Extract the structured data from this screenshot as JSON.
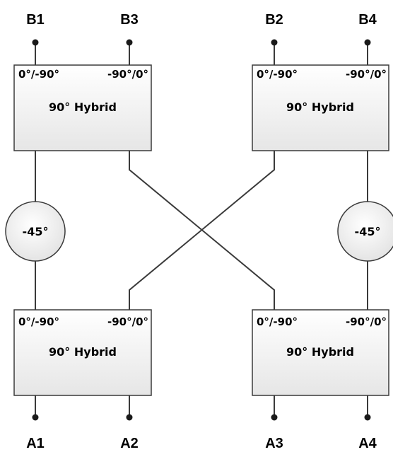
{
  "ports": {
    "b1": "B1",
    "b3": "B3",
    "b2": "B2",
    "b4": "B4",
    "a1": "A1",
    "a2": "A2",
    "a3": "A3",
    "a4": "A4"
  },
  "hybrids": {
    "top_left": {
      "left_phase": "0°/-90°",
      "right_phase": "-90°/0°",
      "title": "90° Hybrid"
    },
    "top_right": {
      "left_phase": "0°/-90°",
      "right_phase": "-90°/0°",
      "title": "90° Hybrid"
    },
    "bottom_left": {
      "left_phase": "0°/-90°",
      "right_phase": "-90°/0°",
      "title": "90° Hybrid"
    },
    "bottom_right": {
      "left_phase": "0°/-90°",
      "right_phase": "-90°/0°",
      "title": "90° Hybrid"
    }
  },
  "shifters": {
    "left": "-45°",
    "right": "-45°"
  }
}
